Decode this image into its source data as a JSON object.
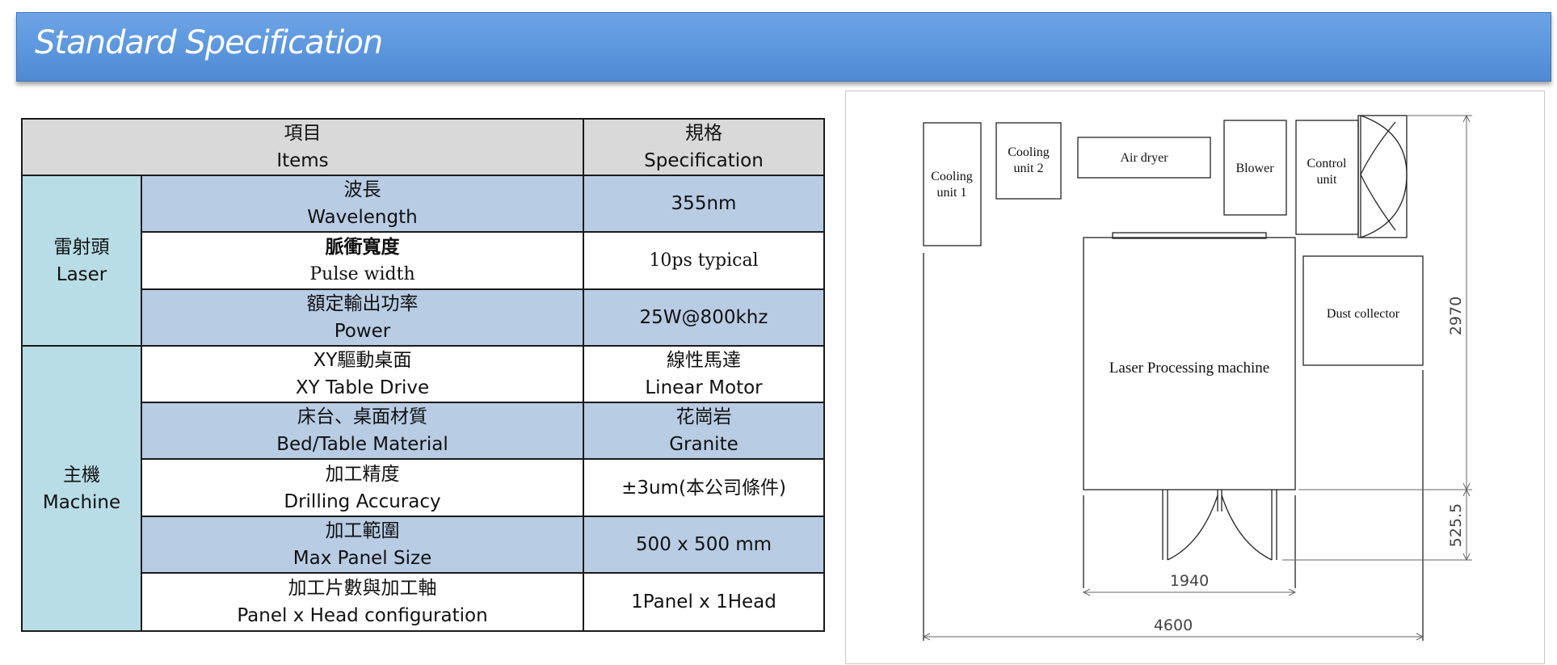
{
  "header": {
    "title": "Standard Specification"
  },
  "table": {
    "header": {
      "items_zh": "項目",
      "items_en": "Items",
      "spec_zh": "規格",
      "spec_en": "Specification"
    },
    "groups": [
      {
        "label_zh": "雷射頭",
        "label_en": "Laser"
      },
      {
        "label_zh": "主機",
        "label_en": "Machine"
      }
    ],
    "rows": [
      {
        "item_zh": "波長",
        "item_en": "Wavelength",
        "spec": "355nm"
      },
      {
        "item_zh": "脈衝寬度",
        "item_en": "Pulse width",
        "spec": "10ps typical"
      },
      {
        "item_zh": "額定輸出功率",
        "item_en": "Power",
        "spec": "25W@800khz"
      },
      {
        "item_zh": "XY驅動桌面",
        "item_en": "XY Table Drive",
        "spec_zh": "線性馬達",
        "spec_en": "Linear Motor"
      },
      {
        "item_zh": "床台、桌面材質",
        "item_en": "Bed/Table Material",
        "spec_zh": "花崗岩",
        "spec_en": "Granite"
      },
      {
        "item_zh": "加工精度",
        "item_en": "Drilling Accuracy",
        "spec": "±3um(本公司條件)"
      },
      {
        "item_zh": "加工範圍",
        "item_en": "Max Panel Size",
        "spec": "500 x 500 mm"
      },
      {
        "item_zh": "加工片數與加工軸",
        "item_en": "Panel x Head configuration",
        "spec": "1Panel x 1Head"
      }
    ]
  },
  "layout_diagram": {
    "cooling_unit_1": [
      "Cooling",
      "unit 1"
    ],
    "cooling_unit_2": [
      "Cooling",
      "unit 2"
    ],
    "air_dryer": "Air dryer",
    "blower": "Blower",
    "control_unit": [
      "Control",
      "unit"
    ],
    "laser_machine": "Laser Processing machine",
    "dust_collector": "Dust collector",
    "dimensions": {
      "height_total": "2970",
      "door_depth": "525.5",
      "machine_width": "1940",
      "total_width": "4600"
    }
  }
}
